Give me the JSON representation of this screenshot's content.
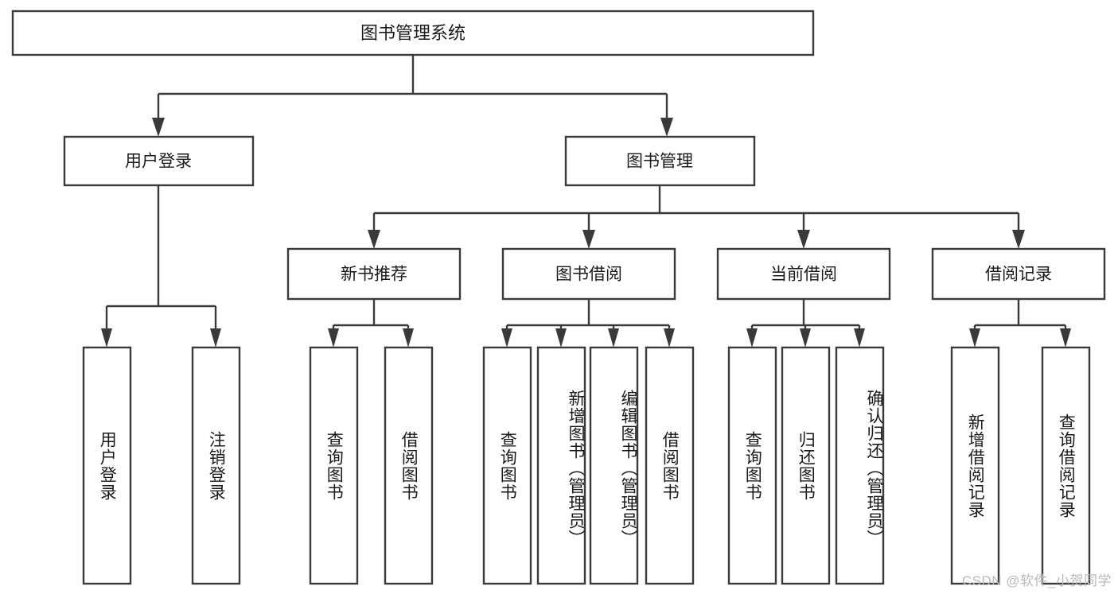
{
  "diagram": {
    "type": "tree-hierarchy",
    "title": "图书管理系统",
    "watermark": "CSDN @软件_小贺同学",
    "colors": {
      "stroke": "#3a3a3a",
      "fill": "#ffffff",
      "text": "#1a1a1a",
      "watermark": "#b9b9b9",
      "background": "#ffffff"
    },
    "root": {
      "label": "图书管理系统"
    },
    "level1": [
      {
        "label": "用户登录"
      },
      {
        "label": "图书管理"
      }
    ],
    "level2": [
      {
        "label": "新书推荐"
      },
      {
        "label": "图书借阅"
      },
      {
        "label": "当前借阅"
      },
      {
        "label": "借阅记录"
      }
    ],
    "leaves": {
      "user_login": [
        {
          "label": "用户登录"
        },
        {
          "label": "注销登录"
        }
      ],
      "new_book_recommend": [
        {
          "label": "查询图书"
        },
        {
          "label": "借阅图书"
        }
      ],
      "book_borrow": [
        {
          "label": "查询图书"
        },
        {
          "label": "新增图书（管理员）"
        },
        {
          "label": "编辑图书（管理员）"
        },
        {
          "label": "借阅图书"
        }
      ],
      "current_borrow": [
        {
          "label": "查询图书"
        },
        {
          "label": "归还图书"
        },
        {
          "label": "确认归还（管理员）"
        }
      ],
      "borrow_record": [
        {
          "label": "新增借阅记录"
        },
        {
          "label": "查询借阅记录"
        }
      ]
    }
  }
}
